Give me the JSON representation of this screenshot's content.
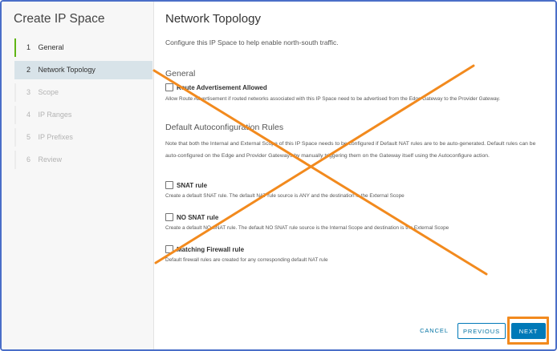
{
  "wizard": {
    "title": "Create IP Space",
    "steps": [
      {
        "num": "1",
        "label": "General",
        "state": "done"
      },
      {
        "num": "2",
        "label": "Network Topology",
        "state": "active"
      },
      {
        "num": "3",
        "label": "Scope",
        "state": "disabled"
      },
      {
        "num": "4",
        "label": "IP Ranges",
        "state": "disabled"
      },
      {
        "num": "5",
        "label": "IP Prefixes",
        "state": "disabled"
      },
      {
        "num": "6",
        "label": "Review",
        "state": "disabled"
      }
    ]
  },
  "page": {
    "title": "Network Topology",
    "description": "Configure this IP Space to help enable north-south traffic."
  },
  "general": {
    "heading": "General",
    "route_advertisement": {
      "label": "Route Advertisement Allowed",
      "checked": false,
      "helper": "Allow Route Advertisement if routed networks associated with this IP Space need to be advertised from the Edge Gateway to the Provider Gateway."
    }
  },
  "autoconfig": {
    "heading": "Default Autoconfiguration Rules",
    "note": "Note that both the Internal and External Scope of this IP Space needs to be configured if Default NAT rules are to be auto-generated. Default rules can be auto-configured on the Edge and Provider Gateways by manually triggering them on the Gateway itself using the Autoconfigure action.",
    "snat": {
      "label": "SNAT rule",
      "checked": false,
      "helper": "Create a default SNAT rule. The default NAT rule source is ANY and the destination is the External Scope"
    },
    "no_snat": {
      "label": "NO SNAT rule",
      "checked": false,
      "helper": "Create a default NO SNAT rule. The default NO SNAT rule source is the Internal Scope and destination is the External Scope"
    },
    "firewall": {
      "label": "Matching Firewall rule",
      "checked": false,
      "helper": "Default firewall rules are created for any corresponding default NAT rule"
    }
  },
  "footer": {
    "cancel": "CANCEL",
    "previous": "PREVIOUS",
    "next": "NEXT"
  },
  "colors": {
    "accent": "#0079b8",
    "annotation": "#f28a1e",
    "step_done": "#60b515",
    "frame": "#4a6ec8"
  }
}
